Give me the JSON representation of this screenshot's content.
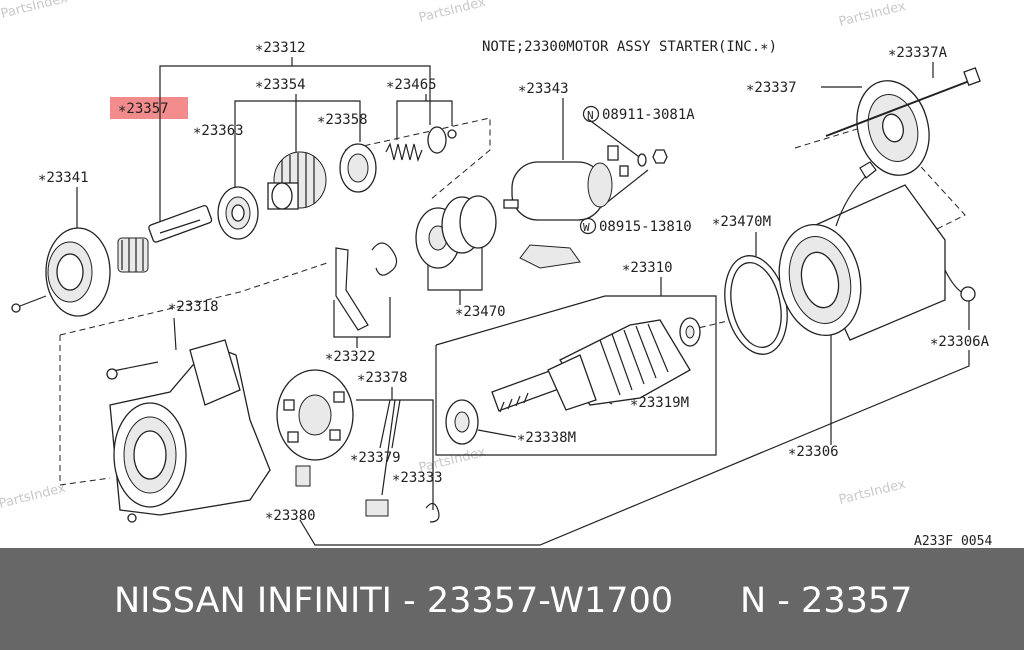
{
  "watermark": "PartsIndex",
  "note": "NOTE;23300MOTOR ASSY STARTER(INC.∗)",
  "figure_code": "A233F 0054",
  "highlight_color": "#f28b8b",
  "labels": {
    "p23312": "∗23312",
    "p23354": "∗23354",
    "p23465": "∗23465",
    "p23357": "∗23357",
    "p23363": "∗23363",
    "p23358": "∗23358",
    "p23343": "∗23343",
    "p23337A": "∗23337A",
    "p23337": "∗23337",
    "p23341": "∗23341",
    "b08911": "08911-3081A",
    "b08915": "08915-13810",
    "p23470M": "∗23470M",
    "p23310": "∗23310",
    "p23318": "∗23318",
    "p23470": "∗23470",
    "p23322": "∗23322",
    "p23306A": "∗23306A",
    "p23378": "∗23378",
    "p23319M": "∗23319M",
    "p23338M": "∗23338M",
    "p23379": "∗23379",
    "p23306": "∗23306",
    "p23333": "∗23333",
    "p23380": "∗23380",
    "circleN": "N",
    "circleW": "W"
  },
  "footer": {
    "title": "NISSAN INFINITI - 23357-W1700",
    "code": "N - 23357"
  }
}
